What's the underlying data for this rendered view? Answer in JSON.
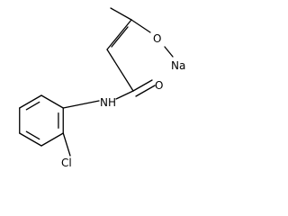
{
  "molecule": {
    "atoms": {
      "oxygen_ether": "O",
      "sodium": "Na",
      "oxygen_carbonyl": "O",
      "amide_nitrogen": "NH",
      "chlorine": "Cl"
    }
  }
}
